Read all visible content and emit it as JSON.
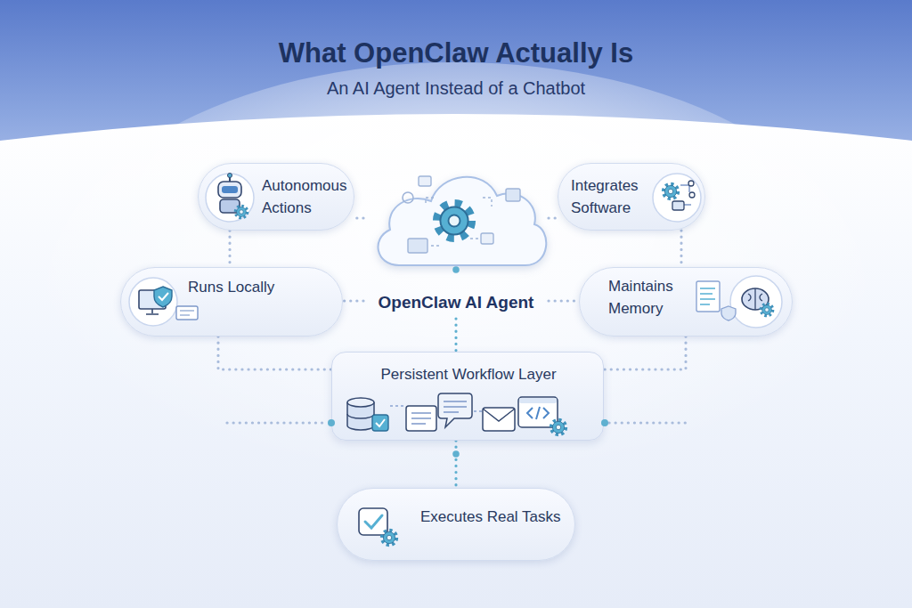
{
  "diagram": {
    "title": "What OpenClaw Actually Is",
    "nodes": [
      {
        "text": [
          "Autonomous Actions"
        ]
      },
      {
        "text": [
          "Integrates Software"
        ]
      },
      {
        "text": [
          "Runs Locally"
        ]
      },
      {
        "text": [
          "OpenClaw AI Agent"
        ]
      },
      {
        "text": [
          "Maintains Memory"
        ]
      },
      {
        "text": [
          "Persistent Workflow Layer"
        ]
      },
      {
        "text": [
          "Executes Real Tasks"
        ]
      }
    ],
    "edges": [
      {
        "from": 3,
        "to": 0,
        "arrow": "none"
      },
      {
        "from": 3,
        "to": 1,
        "arrow": "none"
      },
      {
        "from": 3,
        "to": 2,
        "arrow": "none"
      },
      {
        "from": 3,
        "to": 4,
        "arrow": "none"
      },
      {
        "from": 0,
        "to": 2,
        "arrow": "none"
      },
      {
        "from": 1,
        "to": 4,
        "arrow": "none"
      },
      {
        "from": 3,
        "to": 5,
        "arrow": "none"
      },
      {
        "from": 2,
        "to": 5,
        "arrow": "none"
      },
      {
        "from": 4,
        "to": 5,
        "arrow": "none"
      },
      {
        "from": 5,
        "to": 6,
        "arrow": "none"
      }
    ],
    "labels": [
      "An AI Agent Instead of a Chatbot"
    ]
  }
}
